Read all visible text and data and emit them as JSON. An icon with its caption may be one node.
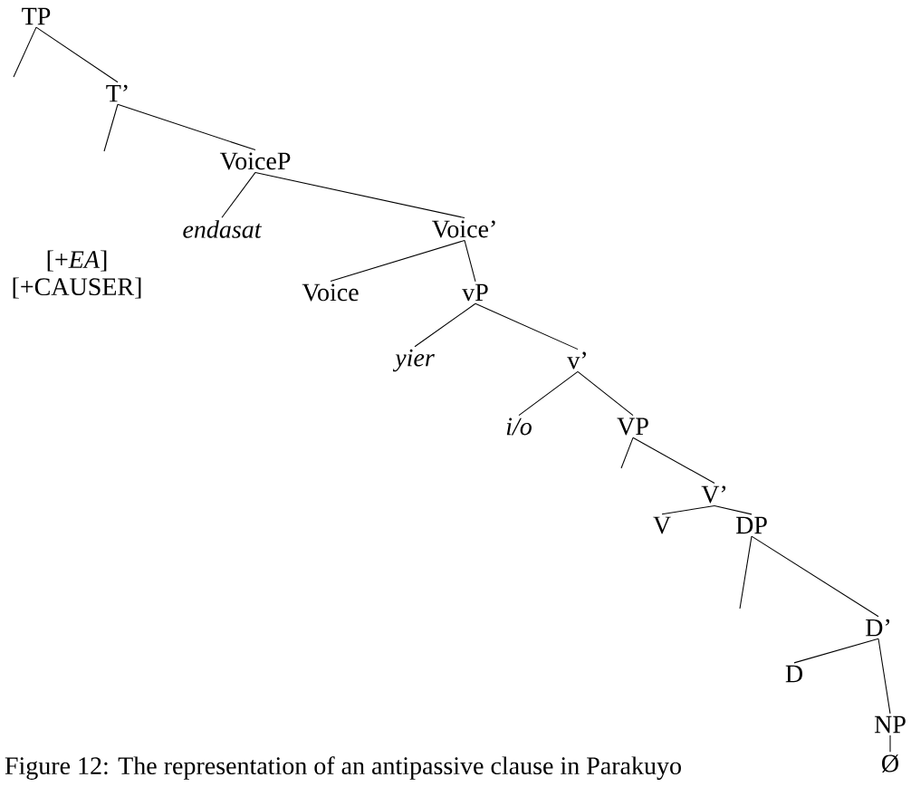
{
  "diagram": {
    "caption": "Figure 12: The representation of an antipassive clause in Parakuyo",
    "nodes": [
      {
        "text": [
          "TP"
        ]
      },
      {
        "text": [
          "T’"
        ]
      },
      {
        "text": [
          "VoiceP"
        ]
      },
      {
        "text": [
          "endasat"
        ]
      },
      {
        "text": [
          "Voice’"
        ]
      },
      {
        "text": [
          "Voice"
        ]
      },
      {
        "text": [
          "vP"
        ]
      },
      {
        "text": [
          "yier"
        ]
      },
      {
        "text": [
          "v’"
        ]
      },
      {
        "text": [
          "i/o"
        ]
      },
      {
        "text": [
          "VP"
        ]
      },
      {
        "text": [
          "V’"
        ]
      },
      {
        "text": [
          "V"
        ]
      },
      {
        "text": [
          "DP"
        ]
      },
      {
        "text": [
          "D’"
        ]
      },
      {
        "text": [
          "D"
        ]
      },
      {
        "text": [
          "NP"
        ]
      },
      {
        "text": [
          "Ø"
        ]
      }
    ],
    "edges": [
      {
        "from": 0,
        "to": null,
        "arrow": "none"
      },
      {
        "from": 0,
        "to": 1,
        "arrow": "none"
      },
      {
        "from": 1,
        "to": null,
        "arrow": "none"
      },
      {
        "from": 1,
        "to": 2,
        "arrow": "none"
      },
      {
        "from": 2,
        "to": 3,
        "arrow": "none"
      },
      {
        "from": 2,
        "to": 4,
        "arrow": "none"
      },
      {
        "from": 4,
        "to": 5,
        "arrow": "none"
      },
      {
        "from": 4,
        "to": 6,
        "arrow": "none"
      },
      {
        "from": 6,
        "to": 7,
        "arrow": "none"
      },
      {
        "from": 6,
        "to": 8,
        "arrow": "none"
      },
      {
        "from": 8,
        "to": 9,
        "arrow": "none"
      },
      {
        "from": 8,
        "to": 10,
        "arrow": "none"
      },
      {
        "from": 10,
        "to": null,
        "arrow": "none"
      },
      {
        "from": 10,
        "to": 11,
        "arrow": "none"
      },
      {
        "from": 11,
        "to": 12,
        "arrow": "none"
      },
      {
        "from": 11,
        "to": 13,
        "arrow": "none"
      },
      {
        "from": 13,
        "to": null,
        "arrow": "none"
      },
      {
        "from": 13,
        "to": 14,
        "arrow": "none"
      },
      {
        "from": 14,
        "to": 15,
        "arrow": "none"
      },
      {
        "from": 14,
        "to": 16,
        "arrow": "none"
      },
      {
        "from": 16,
        "to": 17,
        "arrow": "none"
      }
    ],
    "labels": [
      "[+*EA*]",
      "[+CAUSER]"
    ]
  }
}
